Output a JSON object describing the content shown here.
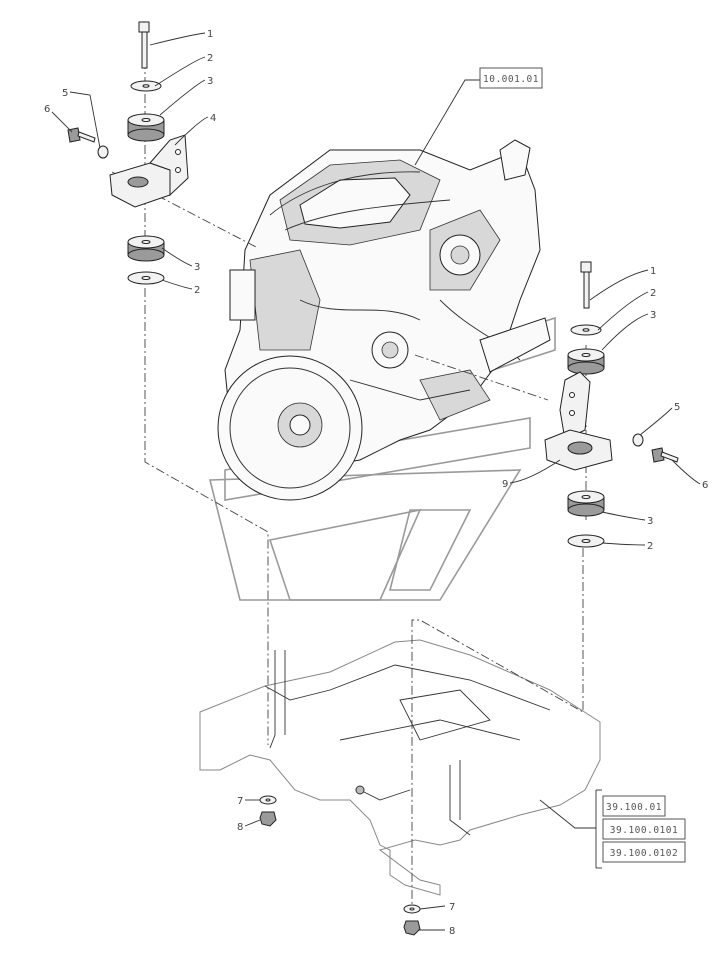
{
  "callouts": {
    "left_bolt": "1",
    "left_washer_top": "2",
    "left_mount_top": "3",
    "left_bracket": "4",
    "left_small_washer": "5",
    "left_screw": "6",
    "left_mount_bottom": "3",
    "left_washer_bottom": "2",
    "right_bolt": "1",
    "right_washer_top": "2",
    "right_mount_top": "3",
    "right_small_washer": "5",
    "right_screw": "6",
    "right_bracket": "9",
    "right_mount_bottom": "3",
    "right_washer_bottom": "2",
    "frame_washer_left": "7",
    "frame_nut_left": "8",
    "frame_washer_bottom": "7",
    "frame_nut_bottom": "8"
  },
  "references": {
    "engine_ref": "10.001.01",
    "frame_refs": [
      "39.100.01",
      "39.100.0101",
      "39.100.0102"
    ]
  },
  "parts": {
    "engine": "engine-assembly",
    "frame": "front-frame",
    "bolt": "bolt",
    "washer": "flat-washer",
    "rubber_mount": "rubber-mount",
    "bracket": "engine-support-bracket",
    "nut": "nut"
  }
}
